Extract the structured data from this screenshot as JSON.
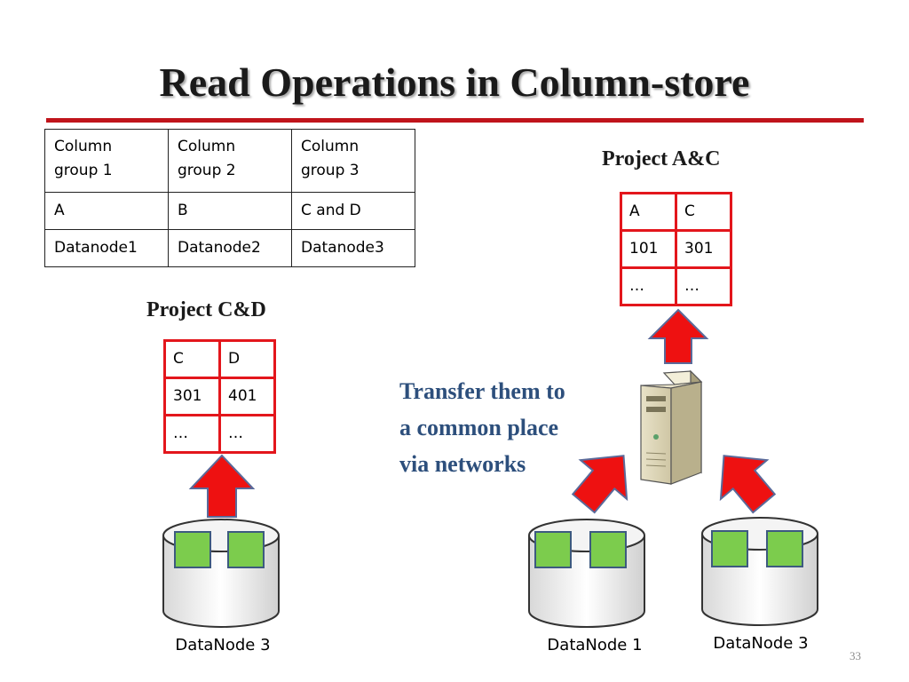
{
  "slide": {
    "title": "Read Operations in Column-store",
    "page_number": "33"
  },
  "column_groups_table": {
    "rows": [
      [
        "Column group 1",
        "Column group 2",
        "Column group 3"
      ],
      [
        "A",
        "B",
        "C and D"
      ],
      [
        "Datanode1",
        "Datanode2",
        "Datanode3"
      ]
    ]
  },
  "project_ac": {
    "label": "Project A&C",
    "rows": [
      [
        "A",
        "C"
      ],
      [
        "101",
        "301"
      ],
      [
        "…",
        "…"
      ]
    ]
  },
  "project_cd": {
    "label": "Project C&D",
    "rows": [
      [
        "C",
        "D"
      ],
      [
        "301",
        "401"
      ],
      [
        "…",
        "…"
      ]
    ]
  },
  "transfer_text": {
    "line1": "Transfer them to",
    "line2": "a common place",
    "line3": "via networks"
  },
  "datanodes": [
    {
      "label": "DataNode 3"
    },
    {
      "label": "DataNode 1"
    },
    {
      "label": "DataNode 3"
    }
  ],
  "colors": {
    "accent_red": "#c0141b",
    "table_border_red": "#e3161c",
    "arrow_fill": "#ee1111",
    "arrow_stroke": "#5a6a9a",
    "block_green": "#7ccc4d",
    "transfer_text": "#2d4f7c"
  },
  "icons": [
    "server-icon",
    "database-cylinder-icon",
    "up-arrow-icon"
  ]
}
